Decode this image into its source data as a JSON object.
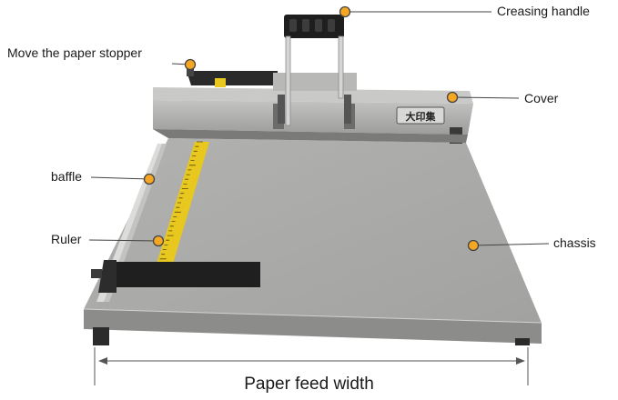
{
  "labels": {
    "creasing_handle": "Creasing handle",
    "paper_stopper": "Move the paper stopper",
    "cover": "Cover",
    "baffle": "baffle",
    "ruler": "Ruler",
    "chassis": "chassis"
  },
  "brand_text": "大印集",
  "caption": "Paper feed width",
  "colors": {
    "marker": "#f5a623",
    "chassis": "#a7a7a5",
    "ruler": "#e8c81e"
  }
}
